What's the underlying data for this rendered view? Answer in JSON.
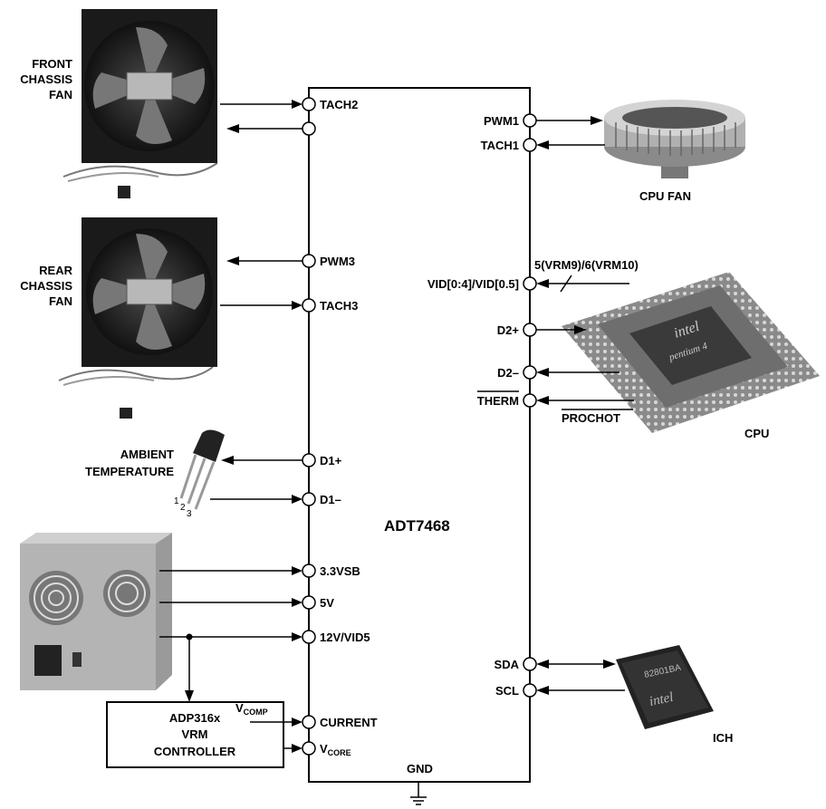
{
  "chip": {
    "name": "ADT7468",
    "ground_label": "GND"
  },
  "left_pins": [
    "TACH2",
    "",
    "PWM3",
    "TACH3",
    "D1+",
    "D1–",
    "3.3VSB",
    "5V",
    "12V/VID5",
    "CURRENT",
    "V",
    "CORE"
  ],
  "right_pins": {
    "pwm1": "PWM1",
    "tach1": "TACH1",
    "vid": "VID[0:4]/VID[0.5]",
    "d2p": "D2+",
    "d2m": "D2–",
    "therm": "THERM",
    "sda": "SDA",
    "scl": "SCL"
  },
  "devices": {
    "front_fan": [
      "FRONT",
      "CHASSIS",
      "FAN"
    ],
    "rear_fan": [
      "REAR",
      "CHASSIS",
      "FAN"
    ],
    "ambient": [
      "AMBIENT",
      "TEMPERATURE"
    ],
    "sensor_pins": [
      "1",
      "2",
      "3"
    ],
    "cpu_fan": "CPU FAN",
    "cpu": "CPU",
    "cpu_logo": "intel",
    "cpu_brand": "pentium 4",
    "ich": "ICH",
    "ich_part": "82801BA",
    "ich_logo": "intel",
    "vid_bus": "5(VRM9)/6(VRM10)",
    "prochot": "PROCHOT",
    "vrm": [
      "ADP316x",
      "VRM",
      "CONTROLLER"
    ],
    "vcomp_v": "V",
    "vcomp_sub": "COMP"
  }
}
